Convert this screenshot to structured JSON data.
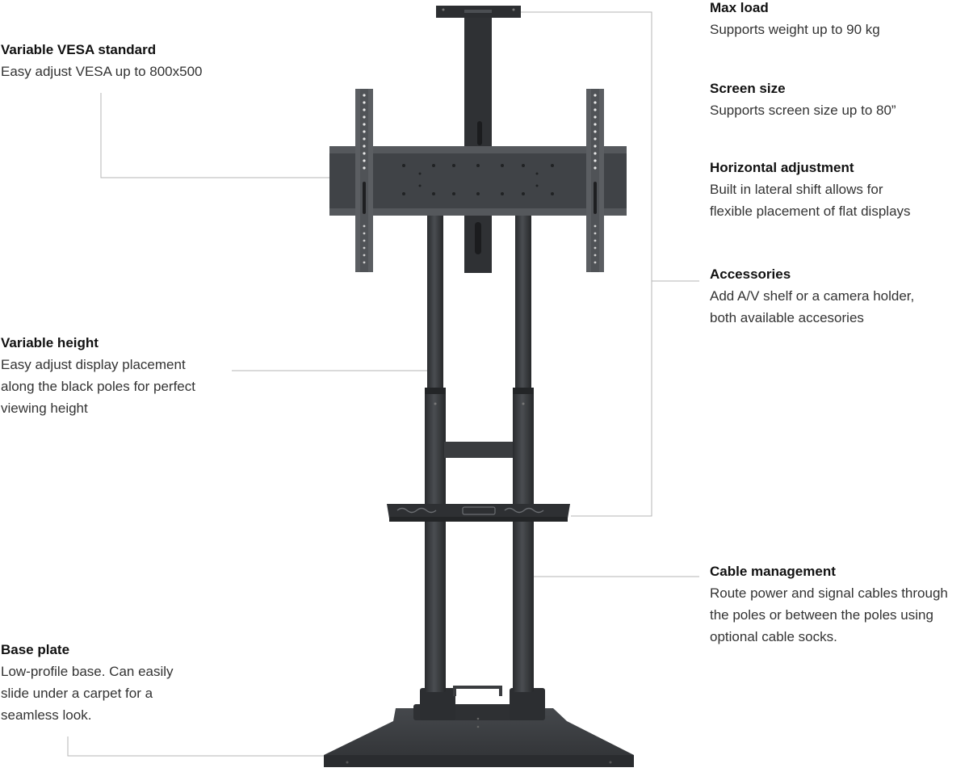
{
  "features": {
    "vesa": {
      "title": "Variable VESA standard",
      "desc": "Easy adjust VESA up to 800x500"
    },
    "height": {
      "title": "Variable height",
      "desc": "Easy adjust display placement\nalong the black poles for perfect\nviewing height"
    },
    "base": {
      "title": "Base plate",
      "desc": "Low-profile base. Can easily\nslide under a carpet for a\nseamless look."
    },
    "maxload": {
      "title": "Max load",
      "desc": "Supports weight up to 90 kg"
    },
    "screen": {
      "title": "Screen size",
      "desc": "Supports screen size up to 80”"
    },
    "horizontal": {
      "title": "Horizontal adjustment",
      "desc": "Built in lateral shift allows for\nflexible placement of flat displays"
    },
    "accessories": {
      "title": "Accessories",
      "desc": "Add A/V shelf or a camera holder,\nboth available accesories"
    },
    "cable": {
      "title": "Cable management",
      "desc": "Route power and signal cables through\nthe poles or between the poles using\noptional cable socks."
    }
  },
  "colors": {
    "product": "#3a3c3f",
    "product_dark": "#232527",
    "product_light": "#55585c",
    "leader_line": "#b5b5b5"
  }
}
